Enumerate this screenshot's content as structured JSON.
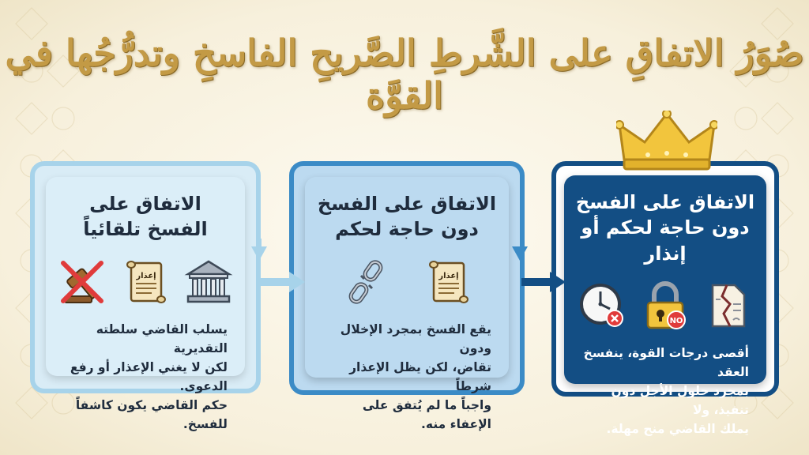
{
  "title": "صُوَرُ الاتفاقِ على الشَّرطِ الصَّريحِ الفاسخِ وتدرُّجُها في القوَّة",
  "cards": [
    {
      "title_line1": "الاتفاق على",
      "title_line2": "الفسخ تلقائياً",
      "icons": [
        "court-building-icon",
        "notice-scroll-icon",
        "crossed-gavel-icon"
      ],
      "icon_text": "إعذار",
      "desc": [
        "يسلب القاضي سلطته التقديرية",
        "لكن لا يغني الإعذار أو رفع الدعوى.",
        "حكم القاضي يكون كاشفاً للفسخ."
      ]
    },
    {
      "title_line1": "الاتفاق على الفسخ",
      "title_line2": "دون حاجة لحكم",
      "icons": [
        "notice-scroll-icon",
        "broken-chain-icon"
      ],
      "icon_text": "إعذار",
      "desc": [
        "يقع الفسخ بمجرد الإخلال ودون",
        "تقاض، لكن يظل الإعذار شرطاً",
        "واجباً ما لم يُتفق على الإعفاء منه."
      ]
    },
    {
      "title_line1": "الاتفاق على الفسخ",
      "title_line2": "دون حاجة لحكم أو إنذار",
      "icons": [
        "torn-document-icon",
        "padlock-no-icon",
        "clock-cancel-icon"
      ],
      "icon_text": "NO",
      "desc": [
        "أقصى درجات القوة، ينفسخ العقد",
        "بمجرد حلول الأجل دون تنفيذ، ولا",
        "يملك القاضي منح مهلة."
      ]
    }
  ],
  "colors": {
    "gold": "#c39a45",
    "light_blue": "#dbeef8",
    "mid_blue": "#bcdaf0",
    "dark_blue": "#134e84"
  }
}
